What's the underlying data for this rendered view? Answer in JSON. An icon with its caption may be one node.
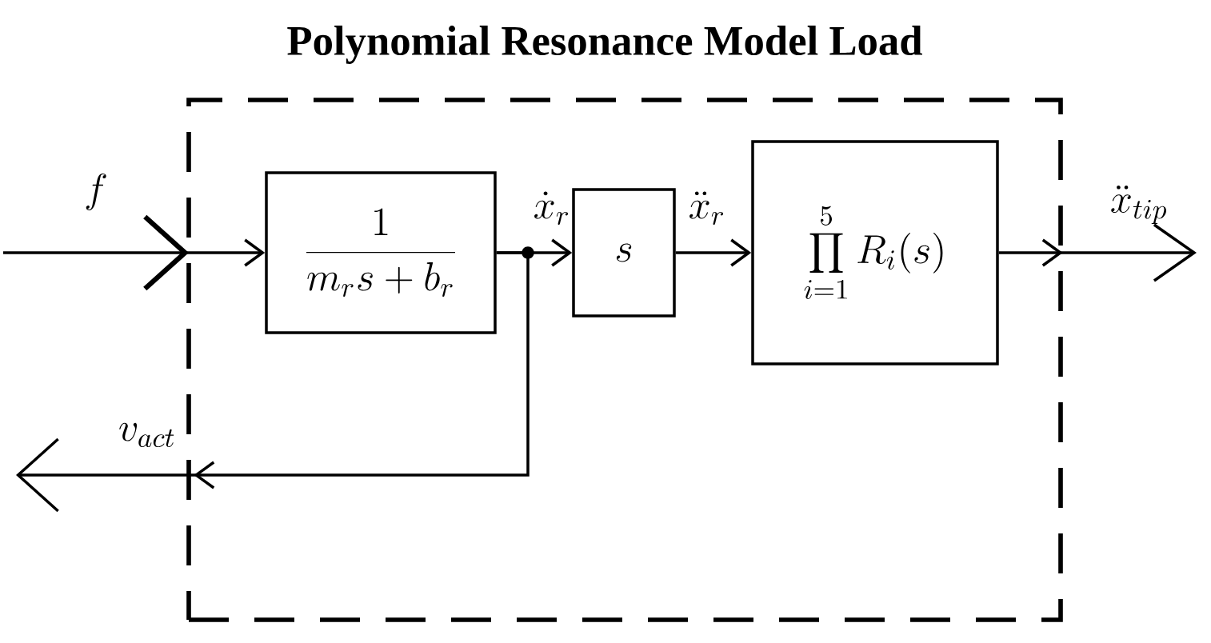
{
  "diagram": {
    "nodes": [
      {
        "text": [
          "Polynomial Resonance Model Load"
        ]
      },
      {
        "text": [
          "\\frac{1}{m_r s+b_r}"
        ],
        "in": 0
      },
      {
        "text": [
          "s"
        ],
        "in": 0
      },
      {
        "text": [
          "\\prod_{i=1}^{5} R_i(s)"
        ],
        "in": 0
      }
    ],
    "edges": [
      {
        "from": null,
        "to": 1,
        "arrow": "to",
        "label": "f"
      },
      {
        "from": 1,
        "to": 2,
        "arrow": "to",
        "label": "\\dot{x}_r"
      },
      {
        "from": 1,
        "to": null,
        "arrow": "to",
        "label": "v_{act}"
      },
      {
        "from": 2,
        "to": 3,
        "arrow": "to",
        "label": "\\ddot{x}_r"
      },
      {
        "from": 3,
        "to": null,
        "arrow": "to",
        "label": "\\ddot{x}_{tip}"
      }
    ]
  }
}
